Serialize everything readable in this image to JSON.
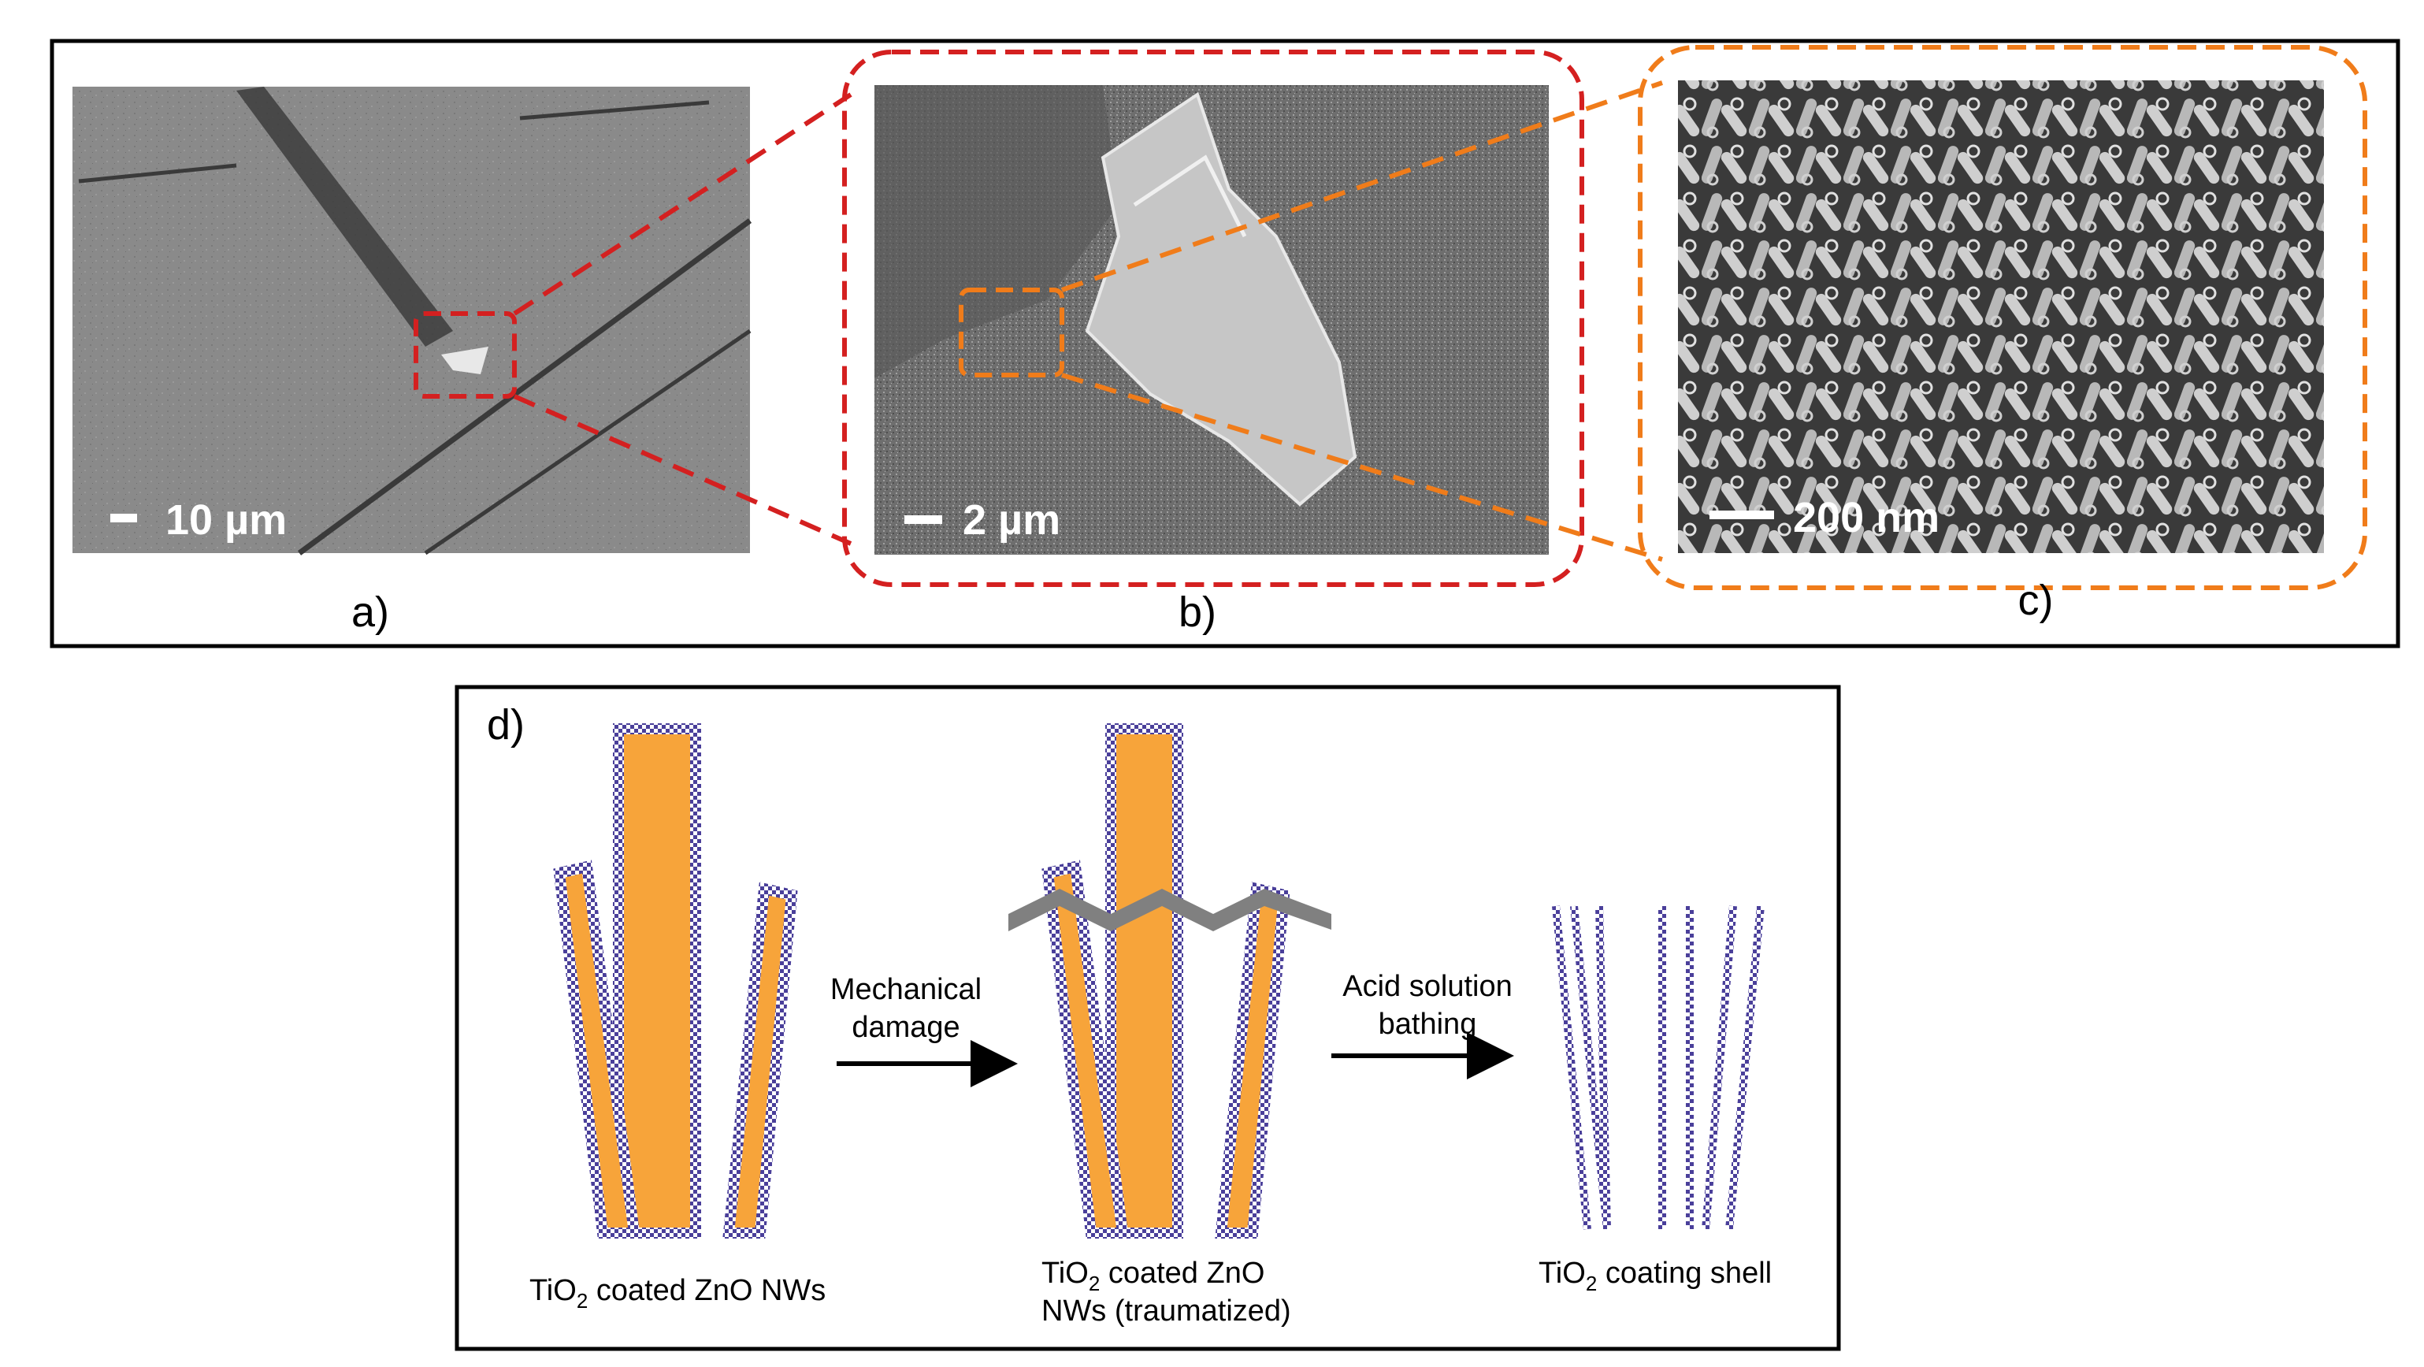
{
  "panels": {
    "a": {
      "label": "a)",
      "scale_bar": "10 µm"
    },
    "b": {
      "label": "b)",
      "scale_bar": "2 µm"
    },
    "c": {
      "label": "c)",
      "scale_bar": "200 nm"
    },
    "d": {
      "label": "d)"
    }
  },
  "schematic": {
    "stage1": {
      "caption_pre": "TiO",
      "caption_sub": "2",
      "caption_post": " coated ZnO NWs"
    },
    "stage2": {
      "caption_pre": "TiO",
      "caption_sub": "2",
      "caption_post": " coated ZnO",
      "caption_line2": "NWs (traumatized)"
    },
    "stage3": {
      "caption_pre": "TiO",
      "caption_sub": "2",
      "caption_post": "  coating shell"
    },
    "arrow1": {
      "line1": "Mechanical",
      "line2": "damage"
    },
    "arrow2": {
      "line1": "Acid solution",
      "line2": "bathing"
    }
  },
  "colors": {
    "zoom_red": "#d42020",
    "zoom_orange": "#f07c1a",
    "zno_core": "#f7a43a",
    "tio2_shell": "#4a3f9a",
    "damage_band": "#808080"
  }
}
